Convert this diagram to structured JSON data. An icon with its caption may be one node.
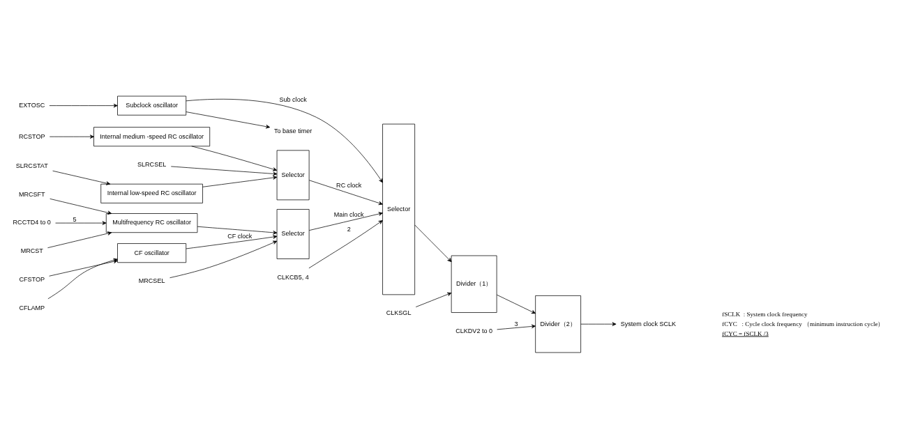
{
  "diagram": {
    "nodes": [
      {
        "text": [
          "CFSTOP"
        ]
      },
      {
        "text": [
          "CFLAMP"
        ]
      },
      {
        "text": [
          "MRCST"
        ]
      },
      {
        "text": [
          "MRCSFT"
        ]
      },
      {
        "text": [
          "RCCTD4 to 0"
        ]
      },
      {
        "text": [
          "SLRCSTAT"
        ]
      },
      {
        "text": [
          "RCSTOP"
        ]
      },
      {
        "text": [
          "EXTOSC"
        ]
      },
      {
        "text": [
          "CF oscillator"
        ]
      },
      {
        "text": [
          "Multifrequency RC oscillator"
        ]
      },
      {
        "text": [
          "Internal low-speed RC oscillator"
        ]
      },
      {
        "text": [
          "Internal medium -speed RC oscillator"
        ]
      },
      {
        "text": [
          "Subclock oscillator"
        ]
      },
      {
        "text": [
          "MRCSEL"
        ]
      },
      {
        "text": [
          "Selector"
        ]
      },
      {
        "text": [
          "SLRCSEL"
        ]
      },
      {
        "text": [
          "Selector"
        ]
      },
      {
        "text": [
          "CLKCB5, 4"
        ]
      },
      {
        "text": [
          "Selector"
        ]
      },
      {
        "text": [
          "To base timer"
        ]
      },
      {
        "text": [
          "CLKSGL"
        ]
      },
      {
        "text": [
          "CLKDV2 to 0"
        ]
      },
      {
        "text": [
          "Divider（1）"
        ]
      },
      {
        "text": [
          "Divider（2）"
        ]
      },
      {
        "text": [
          "System clock SCLK"
        ]
      }
    ],
    "edges": [
      {
        "from": 0,
        "to": 8,
        "arrow": "to"
      },
      {
        "from": 1,
        "to": 8,
        "arrow": "to"
      },
      {
        "from": 2,
        "to": 9,
        "arrow": "to"
      },
      {
        "from": 3,
        "to": 9,
        "arrow": "to"
      },
      {
        "from": 4,
        "to": 9,
        "arrow": "to",
        "label": "5"
      },
      {
        "from": 8,
        "to": 14,
        "arrow": "to",
        "label": "CF clock"
      },
      {
        "from": 9,
        "to": 14,
        "arrow": "to"
      },
      {
        "from": 13,
        "to": 14,
        "arrow": "to"
      },
      {
        "from": 14,
        "to": 18,
        "arrow": "to",
        "label": "Main clock"
      },
      {
        "from": 5,
        "to": 10,
        "arrow": "to"
      },
      {
        "from": 6,
        "to": 11,
        "arrow": "to"
      },
      {
        "from": 10,
        "to": 16,
        "arrow": "to"
      },
      {
        "from": 11,
        "to": 16,
        "arrow": "to"
      },
      {
        "from": 15,
        "to": 16,
        "arrow": "to"
      },
      {
        "from": 16,
        "to": 18,
        "arrow": "to",
        "label": "RC clock"
      },
      {
        "from": 7,
        "to": 12,
        "arrow": "to"
      },
      {
        "from": 12,
        "to": 19,
        "arrow": "to"
      },
      {
        "from": 12,
        "to": 18,
        "arrow": "to",
        "label": "Sub clock"
      },
      {
        "from": 17,
        "to": 18,
        "arrow": "to",
        "label": "2"
      },
      {
        "from": 18,
        "to": 22,
        "arrow": "to"
      },
      {
        "from": 20,
        "to": 22,
        "arrow": "to"
      },
      {
        "from": 22,
        "to": 23,
        "arrow": "to"
      },
      {
        "from": 21,
        "to": 23,
        "arrow": "to",
        "label": "3"
      },
      {
        "from": 23,
        "to": 24,
        "arrow": "to"
      }
    ],
    "labels": [
      "fSCLK  : System clock frequency",
      "fCYC   : Cycle clock frequency （minimum instruction cycle）",
      "fCYC = fSCLK /3"
    ]
  }
}
